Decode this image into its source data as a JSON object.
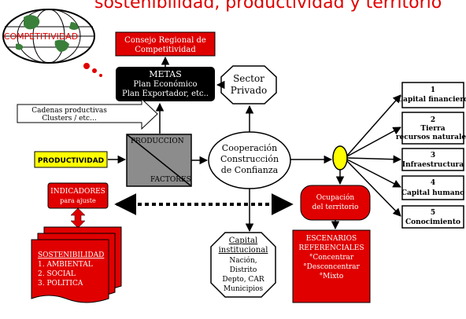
{
  "header": {
    "title": "sostenibilidad, productividad y territorio"
  },
  "globe": {
    "label": "COMPETITIVIDAD"
  },
  "consejo": {
    "line1": "Consejo Regional de",
    "line2": "Competitividad"
  },
  "metas": {
    "title": "METAS",
    "line1": "Plan Económico",
    "line2": "Plan Exportador, etc.."
  },
  "sector": {
    "line1": "Sector",
    "line2": "Privado"
  },
  "cadenas": {
    "line1": "Cadenas productivas",
    "line2": "Clusters / etc..."
  },
  "produccion": {
    "top": "PRODUCCION",
    "bottom": "FACTORES"
  },
  "productividad": {
    "label": "PRODUCTIVIDAD"
  },
  "cooperacion": {
    "line1": "Cooperación",
    "line2": "Construcción",
    "line3": "de Confianza"
  },
  "indicadores": {
    "line1": "INDICADORES",
    "line2": "para ajuste"
  },
  "ocupacion": {
    "line1": "Ocupación",
    "line2": "del territorio"
  },
  "capital": {
    "title1": "Capital",
    "title2": "institucional",
    "items": [
      "Nación,",
      "Distrito",
      "Depto, CAR",
      "Municipios"
    ]
  },
  "escenarios": {
    "line1": "ESCENARIOS",
    "line2": "REFERENCIALES",
    "items": [
      "°Concentrar",
      "°Desconcentrar",
      "°Mixto"
    ]
  },
  "sostenibilidad": {
    "title": "SOSTENIBILIDAD",
    "items": [
      "1. AMBIENTAL",
      "2. SOCIAL",
      "3. POLITICA"
    ]
  },
  "capitals": [
    {
      "num": "1",
      "line1": "Capital financiero",
      "line2": ""
    },
    {
      "num": "2",
      "line1": "Tierra",
      "line2": "recursos naturales"
    },
    {
      "num": "3",
      "line1": "Infraestructura",
      "line2": ""
    },
    {
      "num": "4",
      "line1": "Capital humano",
      "line2": ""
    },
    {
      "num": "5",
      "line1": "Conocimiento",
      "line2": ""
    }
  ]
}
